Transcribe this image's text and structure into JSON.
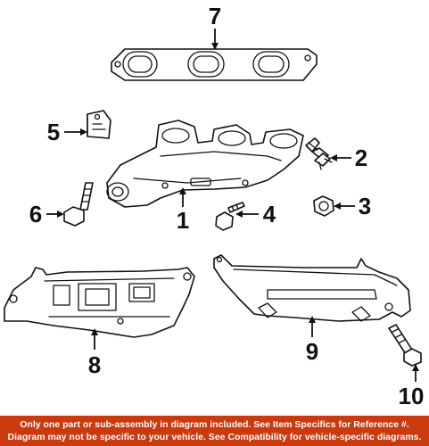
{
  "diagram": {
    "callouts": {
      "c1": "1",
      "c2": "2",
      "c3": "3",
      "c4": "4",
      "c5": "5",
      "c6": "6",
      "c7": "7",
      "c8": "8",
      "c9": "9",
      "c10": "10"
    }
  },
  "disclaimer": {
    "line1": "Only one part or sub-assembly in diagram included. See Item Specifics for Reference #.",
    "line2": "Diagram may not be specific to your vehicle. See Compatibility for vehicle-specific diagrams."
  },
  "colors": {
    "banner": "#ca3a0e",
    "line_art": "#111111"
  }
}
